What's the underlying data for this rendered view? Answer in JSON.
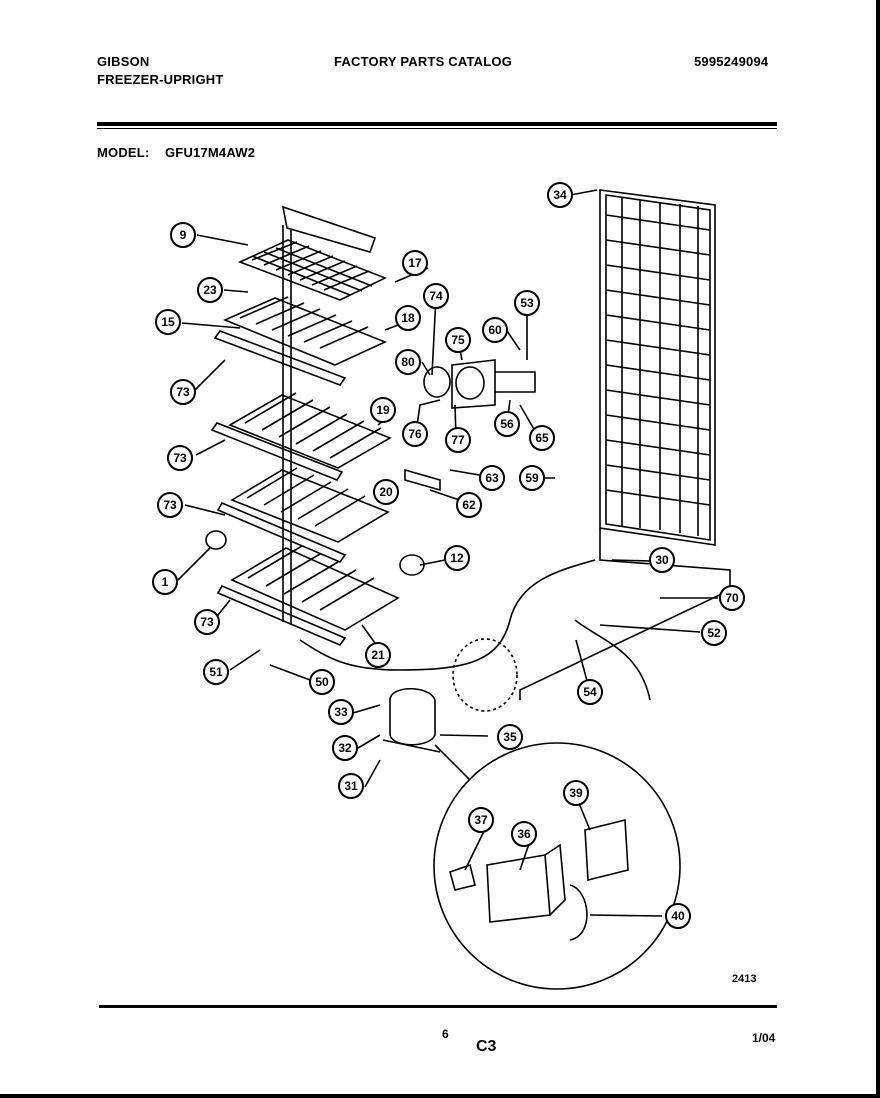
{
  "header": {
    "brand": "GIBSON",
    "product_type": "FREEZER-UPRIGHT",
    "catalog_title": "FACTORY PARTS CATALOG",
    "catalog_number": "5995249094",
    "model_label": "MODEL:",
    "model_number": "GFU17M4AW2"
  },
  "diagram": {
    "callouts": [
      "9",
      "17",
      "23",
      "15",
      "18",
      "73",
      "73",
      "19",
      "73",
      "20",
      "73",
      "1",
      "12",
      "73",
      "21",
      "51",
      "50",
      "74",
      "53",
      "75",
      "60",
      "80",
      "76",
      "77",
      "56",
      "65",
      "63",
      "62",
      "59",
      "34",
      "30",
      "70",
      "52",
      "54",
      "33",
      "32",
      "31",
      "35",
      "37",
      "36",
      "39",
      "40"
    ]
  },
  "footer": {
    "drawing_number": "2413",
    "page_number": "6",
    "section": "C3",
    "date": "1/04"
  }
}
